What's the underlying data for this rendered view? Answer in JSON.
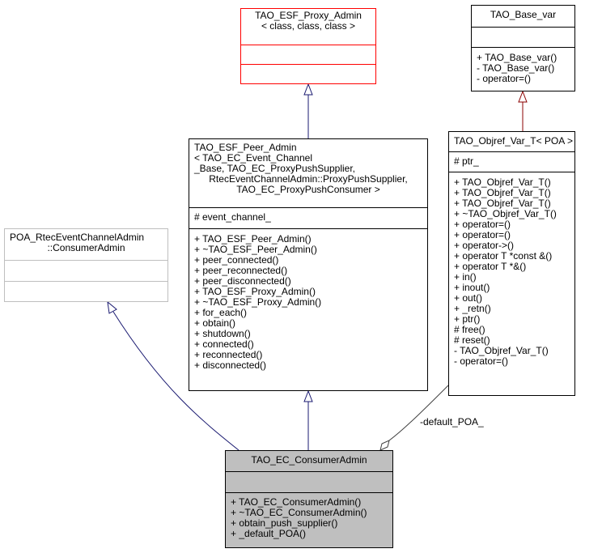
{
  "classes": {
    "proxy_admin": {
      "title": [
        "TAO_ESF_Proxy_Admin",
        "< class, class, class >"
      ],
      "attributes": [],
      "methods": []
    },
    "base_var": {
      "title": [
        "TAO_Base_var"
      ],
      "attributes": [],
      "methods": [
        "+ TAO_Base_var()",
        "- TAO_Base_var()",
        "- operator=()"
      ]
    },
    "objref_var": {
      "title": [
        "TAO_Objref_Var_T< POA >"
      ],
      "attributes": [
        "# ptr_"
      ],
      "methods": [
        "+ TAO_Objref_Var_T()",
        "+ TAO_Objref_Var_T()",
        "+ TAO_Objref_Var_T()",
        "+ ~TAO_Objref_Var_T()",
        "+ operator=()",
        "+ operator=()",
        "+ operator->()",
        "+ operator T *const &()",
        "+ operator T *&()",
        "+ in()",
        "+ inout()",
        "+ out()",
        "+ _retn()",
        "+ ptr()",
        "# free()",
        "# reset()",
        "- TAO_Objref_Var_T()",
        "- operator=()"
      ]
    },
    "peer_admin": {
      "title": [
        "TAO_ESF_Peer_Admin",
        "< TAO_EC_Event_Channel",
        "_Base, TAO_EC_ProxyPushSupplier,",
        "RtecEventChannelAdmin::ProxyPushSupplier,",
        "TAO_EC_ProxyPushConsumer >"
      ],
      "attributes": [
        "# event_channel_"
      ],
      "methods": [
        "+ TAO_ESF_Peer_Admin()",
        "+ ~TAO_ESF_Peer_Admin()",
        "+ peer_connected()",
        "+ peer_reconnected()",
        "+ peer_disconnected()",
        "+ TAO_ESF_Proxy_Admin()",
        "+ ~TAO_ESF_Proxy_Admin()",
        "+ for_each()",
        "+ obtain()",
        "+ shutdown()",
        "+ connected()",
        "+ reconnected()",
        "+ disconnected()"
      ]
    },
    "poa_consumer": {
      "title": [
        "POA_RtecEventChannelAdmin",
        "::ConsumerAdmin"
      ],
      "attributes": [],
      "methods": []
    },
    "consumer_admin": {
      "title": [
        "TAO_EC_ConsumerAdmin"
      ],
      "attributes": [],
      "methods": [
        "+ TAO_EC_ConsumerAdmin()",
        "+ ~TAO_EC_ConsumerAdmin()",
        "+ obtain_push_supplier()",
        "+ _default_POA()"
      ]
    }
  },
  "edges": {
    "aggregation_label": "-default_POA_"
  },
  "colors": {
    "inheritance": "#191970",
    "template_border": "#ff0000",
    "template_inherit": "#8b0000",
    "external_border": "#bfbfbf",
    "focus_fill": "#bfbfbf",
    "aggregation": "#404040"
  }
}
